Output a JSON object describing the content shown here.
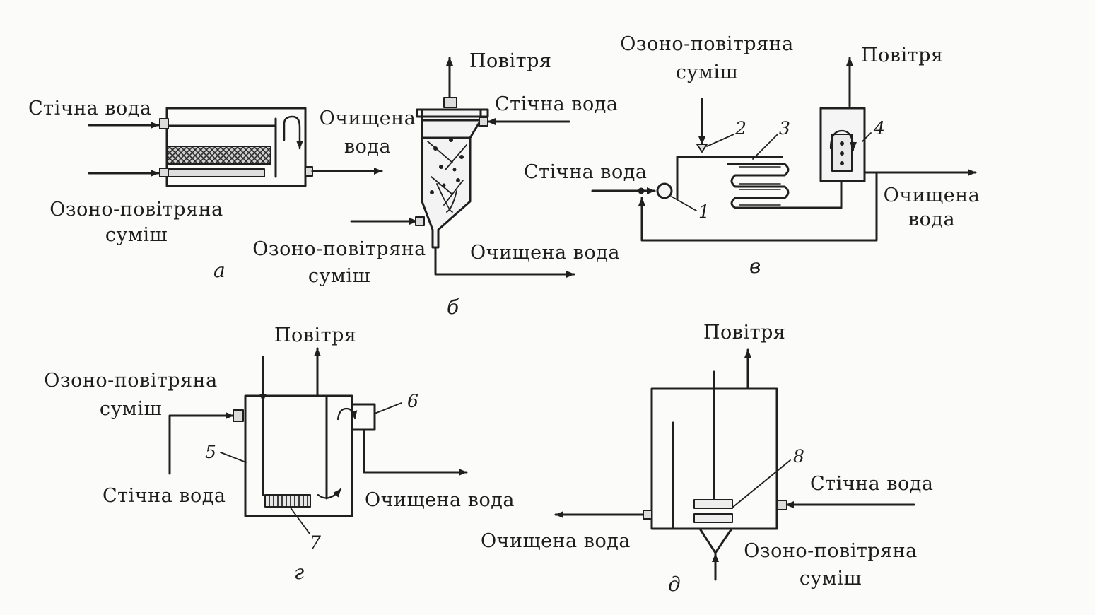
{
  "labels": {
    "waste_water": "Стічна вода",
    "ozone_air_mix_line1": "Озоно-повітряна",
    "ozone_air_mix_line2": "суміш",
    "purified_water": "Очищена вода",
    "purified_line1": "Очищена",
    "purified_line2": "вода",
    "air": "Повітря"
  },
  "panels": {
    "a": "а",
    "b": "б",
    "v": "в",
    "g": "г",
    "d": "д"
  },
  "numbers": [
    "1",
    "2",
    "3",
    "4",
    "5",
    "6",
    "7",
    "8"
  ]
}
